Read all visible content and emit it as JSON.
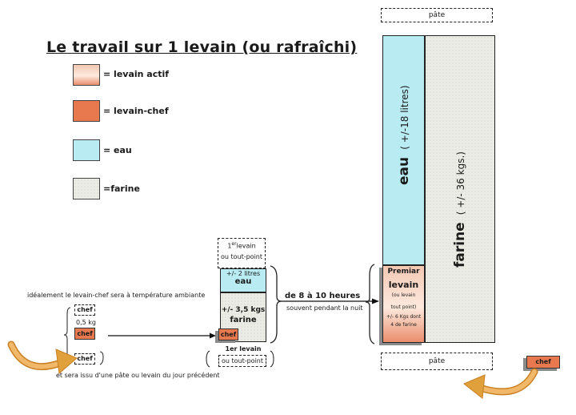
{
  "title": "Le travail sur 1 levain (ou rafraîchi)",
  "legend": [
    {
      "label": "= levain actif"
    },
    {
      "label": "= levain-chef"
    },
    {
      "label": "= eau"
    },
    {
      "label": "=farine"
    }
  ],
  "start": {
    "note_top": "idéalement le levain-chef sera à température ambiante",
    "chef_label": "chef",
    "weight": "0,5 kg",
    "chef_box": "chef",
    "chef_bottom": "chef",
    "note_bottom": "et sera issu d'une pâte ou levain du jour précédent"
  },
  "first_levain": {
    "top_label_1": "1",
    "top_label_sup": "er",
    "top_label_2": "levain",
    "top_label_3": "ou tout-point",
    "water_amount": "+/- 2 litres",
    "water_label": "eau",
    "flour_amount": "+/- 3,5 kgs",
    "flour_label": "farine",
    "chef_box": "chef",
    "bottom_label_1": "1er levain",
    "bottom_label_2": "ou tout-point"
  },
  "rest": {
    "duration": "de 8 à 10 heures",
    "note": "souvent pendant la nuit"
  },
  "pate": {
    "top_label": "pâte",
    "water_label": "eau",
    "water_amount": "( +/-18 litres)",
    "flour_label": "farine",
    "flour_amount": "( +/- 36 kgs.)",
    "levain_1": "Premiar",
    "levain_2": "levain",
    "levain_3": "(ou levain",
    "levain_4": "tout point)",
    "levain_5": "+/- 6 Kgs dont",
    "levain_6": "4 de farine",
    "bottom_label": "pâte",
    "chef_box": "chef"
  },
  "colors": {
    "chef": "#e8794f",
    "eau": "#b9ebf3",
    "farine": "#ecece6",
    "arrow": "#e0a03c"
  }
}
